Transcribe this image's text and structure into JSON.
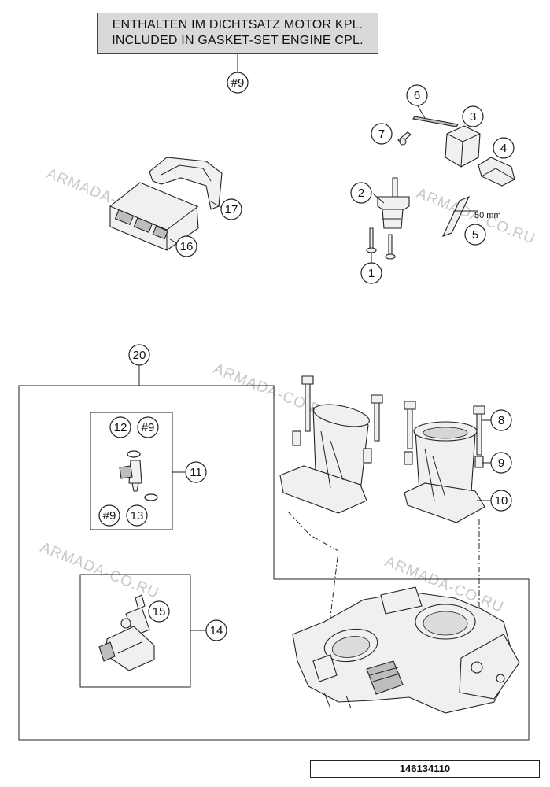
{
  "header": {
    "line1": "ENTHALTEN IM DICHTSATZ MOTOR KPL.",
    "line2": "INCLUDED IN GASKET-SET ENGINE CPL."
  },
  "watermark": "ARMADA-CO.RU",
  "dimension_label": "50 mm",
  "drawing_number": "146134110",
  "callouts": {
    "c_hash9_top": "#9",
    "c1": "1",
    "c2": "2",
    "c3": "3",
    "c4": "4",
    "c5": "5",
    "c6": "6",
    "c7": "7",
    "c8": "8",
    "c9": "9",
    "c10": "10",
    "c11": "11",
    "c12": "12",
    "c_hash9_a": "#9",
    "c_hash9_b": "#9",
    "c13": "13",
    "c14": "14",
    "c15": "15",
    "c16": "16",
    "c17": "17",
    "c20": "20"
  }
}
